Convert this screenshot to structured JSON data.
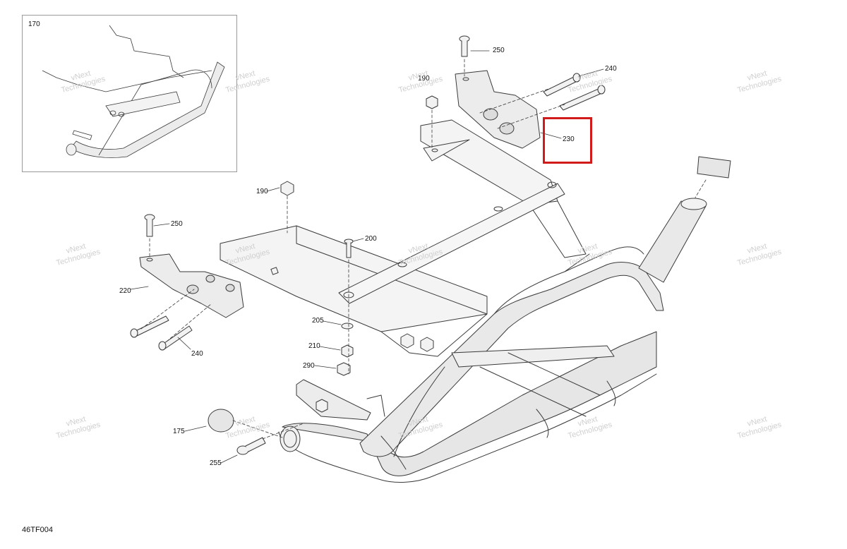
{
  "figure": {
    "code": "46TF004",
    "inset_label": "170",
    "highlight_color": "#d11b1b",
    "highlighted_part": "230"
  },
  "watermark": {
    "line1": "vNext",
    "line2": "Technologies"
  },
  "callouts": [
    "250",
    "240",
    "190",
    "230",
    "190",
    "250",
    "200",
    "220",
    "240",
    "205",
    "210",
    "290",
    "175",
    "255"
  ]
}
